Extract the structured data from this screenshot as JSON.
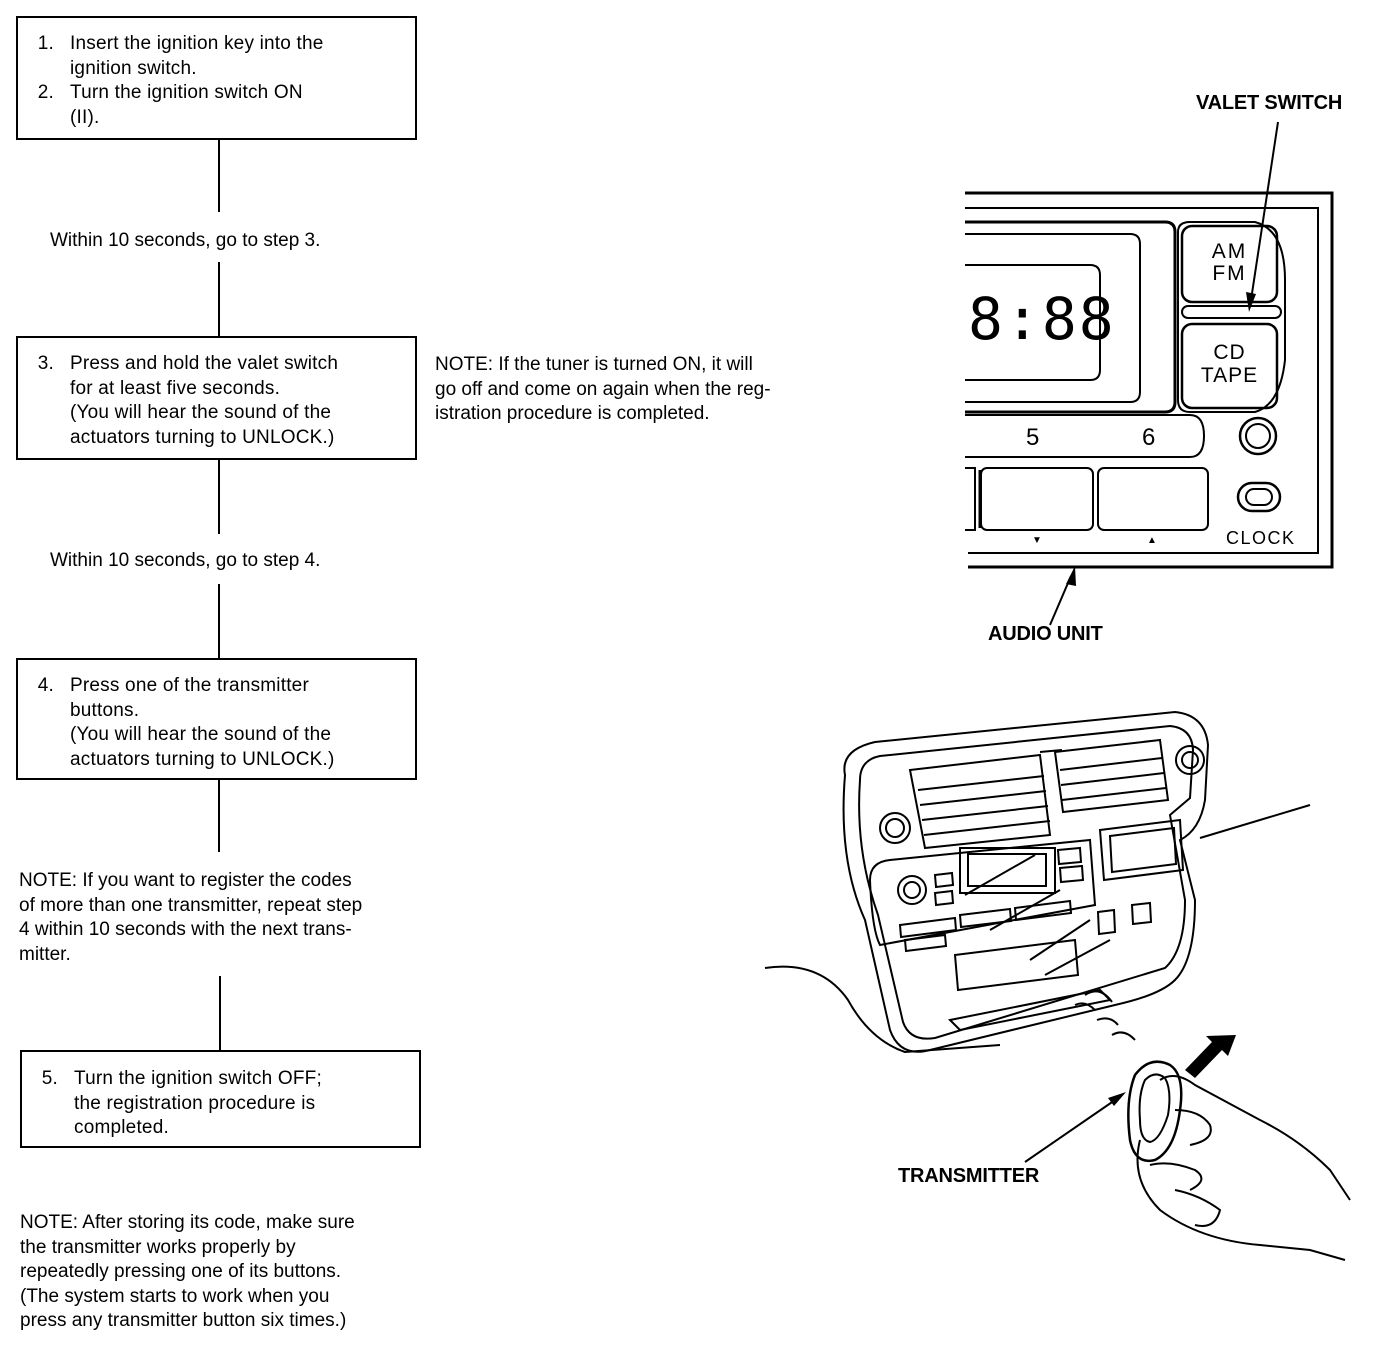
{
  "flowchart": {
    "step1": {
      "num": "1.",
      "text": "Insert the ignition key into the\nignition switch."
    },
    "step2": {
      "num": "2.",
      "text": "Turn the ignition switch ON\n(II)."
    },
    "within_a": "Within 10 seconds, go to step 3.",
    "step3": {
      "num": "3.",
      "text": "Press and hold the valet switch\nfor at least five seconds.\n(You will hear the sound of the\nactuators turning to UNLOCK.)"
    },
    "within_b": "Within 10 seconds, go to step 4.",
    "step4": {
      "num": "4.",
      "text": "Press one of the transmitter\nbuttons.\n(You will hear the sound of the\nactuators turning to UNLOCK.)"
    },
    "note_repeat": "NOTE:  If you want to register the codes\nof more than one transmitter, repeat step\n4 within 10 seconds with the next trans-\nmitter.",
    "step5": {
      "num": "5.",
      "text": "Turn the ignition switch OFF;\nthe registration procedure is\ncompleted."
    },
    "note_final": "NOTE:  After storing its code, make sure\nthe transmitter works properly by\nrepeatedly pressing one of its buttons.\n(The system starts to work when you\npress any transmitter button six times.)"
  },
  "note_tuner": "NOTE: If the tuner is turned ON, it will\ngo off and come on again when the reg-\nistration procedure is completed.",
  "audio_unit": {
    "display": "8:88",
    "am_fm": "AM\nFM",
    "cd_tape": "CD\nTAPE",
    "preset5": "5",
    "preset6": "6",
    "down_arrow": "▼",
    "up_arrow": "▲",
    "clock": "CLOCK"
  },
  "labels": {
    "valet_switch": "VALET SWITCH",
    "audio_unit": "AUDIO UNIT",
    "transmitter": "TRANSMITTER"
  }
}
